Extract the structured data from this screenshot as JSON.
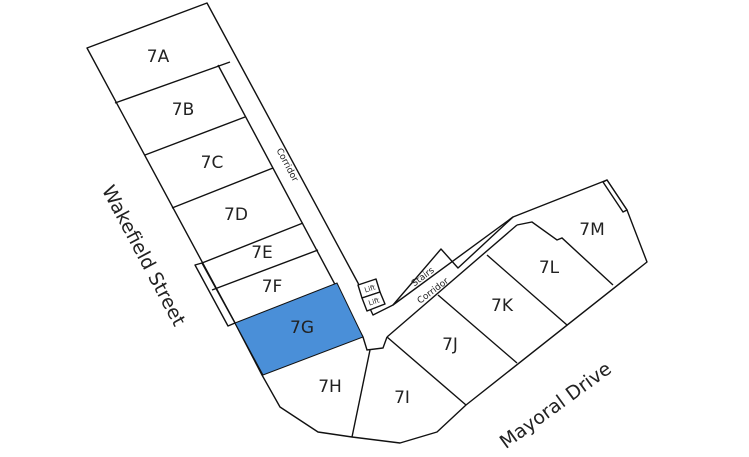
{
  "units": [
    "7A",
    "7B",
    "7C",
    "7D",
    "7E",
    "7F",
    "7G",
    "7H",
    "7I",
    "7J",
    "7K",
    "7L",
    "7M"
  ],
  "highlighted_unit": "7G",
  "highlight_color": "#4a8fd8",
  "labels": {
    "corridor_1": "Corridor",
    "corridor_2": "Corridor",
    "stairs": "Stairs",
    "lift_1": "Lift",
    "lift_2": "Lift"
  },
  "streets": {
    "west": "Wakefield Street",
    "south": "Mayoral Drive"
  }
}
